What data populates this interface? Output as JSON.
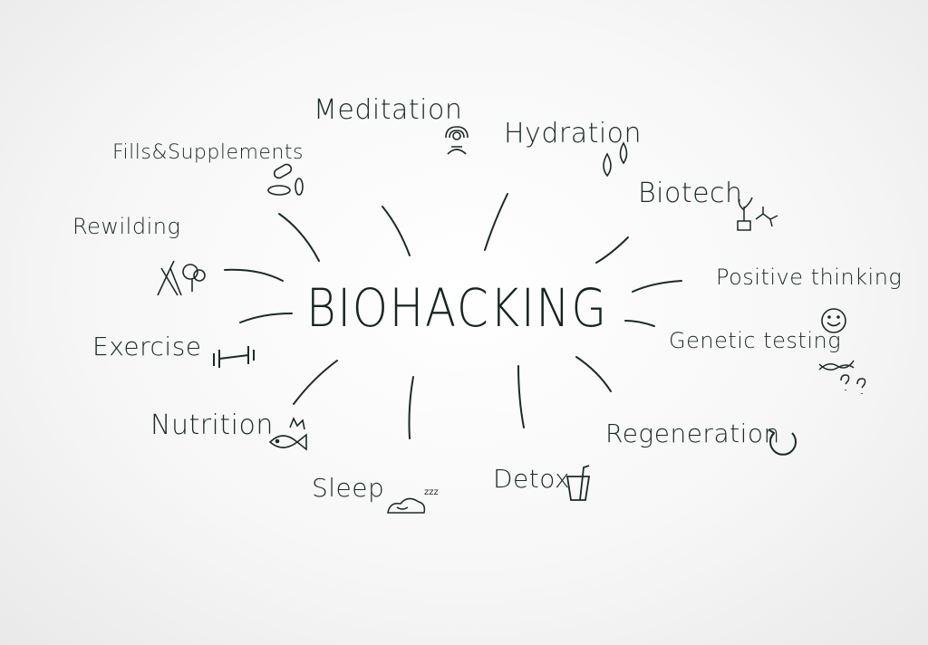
{
  "center": {
    "label": "BIOHACKING"
  },
  "topics": [
    {
      "id": "meditation",
      "label": "Meditation",
      "icon": "meditation-icon"
    },
    {
      "id": "hydration",
      "label": "Hydration",
      "icon": "water-drops-icon"
    },
    {
      "id": "pills",
      "label": "Fills&Supplements",
      "icon": "pills-icon"
    },
    {
      "id": "biotech",
      "label": "Biotech",
      "icon": "plant-molecule-icon"
    },
    {
      "id": "rewilding",
      "label": "Rewilding",
      "icon": "tent-tree-icon"
    },
    {
      "id": "positive",
      "label": "Positive thinking",
      "icon": "smiley-icon"
    },
    {
      "id": "exercise",
      "label": "Exercise",
      "icon": "dumbbell-icon"
    },
    {
      "id": "genetic",
      "label": "Genetic testing",
      "icon": "dna-question-icon"
    },
    {
      "id": "nutrition",
      "label": "Nutrition",
      "icon": "fish-icon"
    },
    {
      "id": "regeneration",
      "label": "Regeneration",
      "icon": "refresh-icon"
    },
    {
      "id": "sleep",
      "label": "Sleep",
      "icon": "sleeping-cloud-icon"
    },
    {
      "id": "detox",
      "label": "Detox",
      "icon": "drink-cup-icon"
    }
  ],
  "colors": {
    "ink": "#1c2a24",
    "background": "#f5f5f5"
  }
}
